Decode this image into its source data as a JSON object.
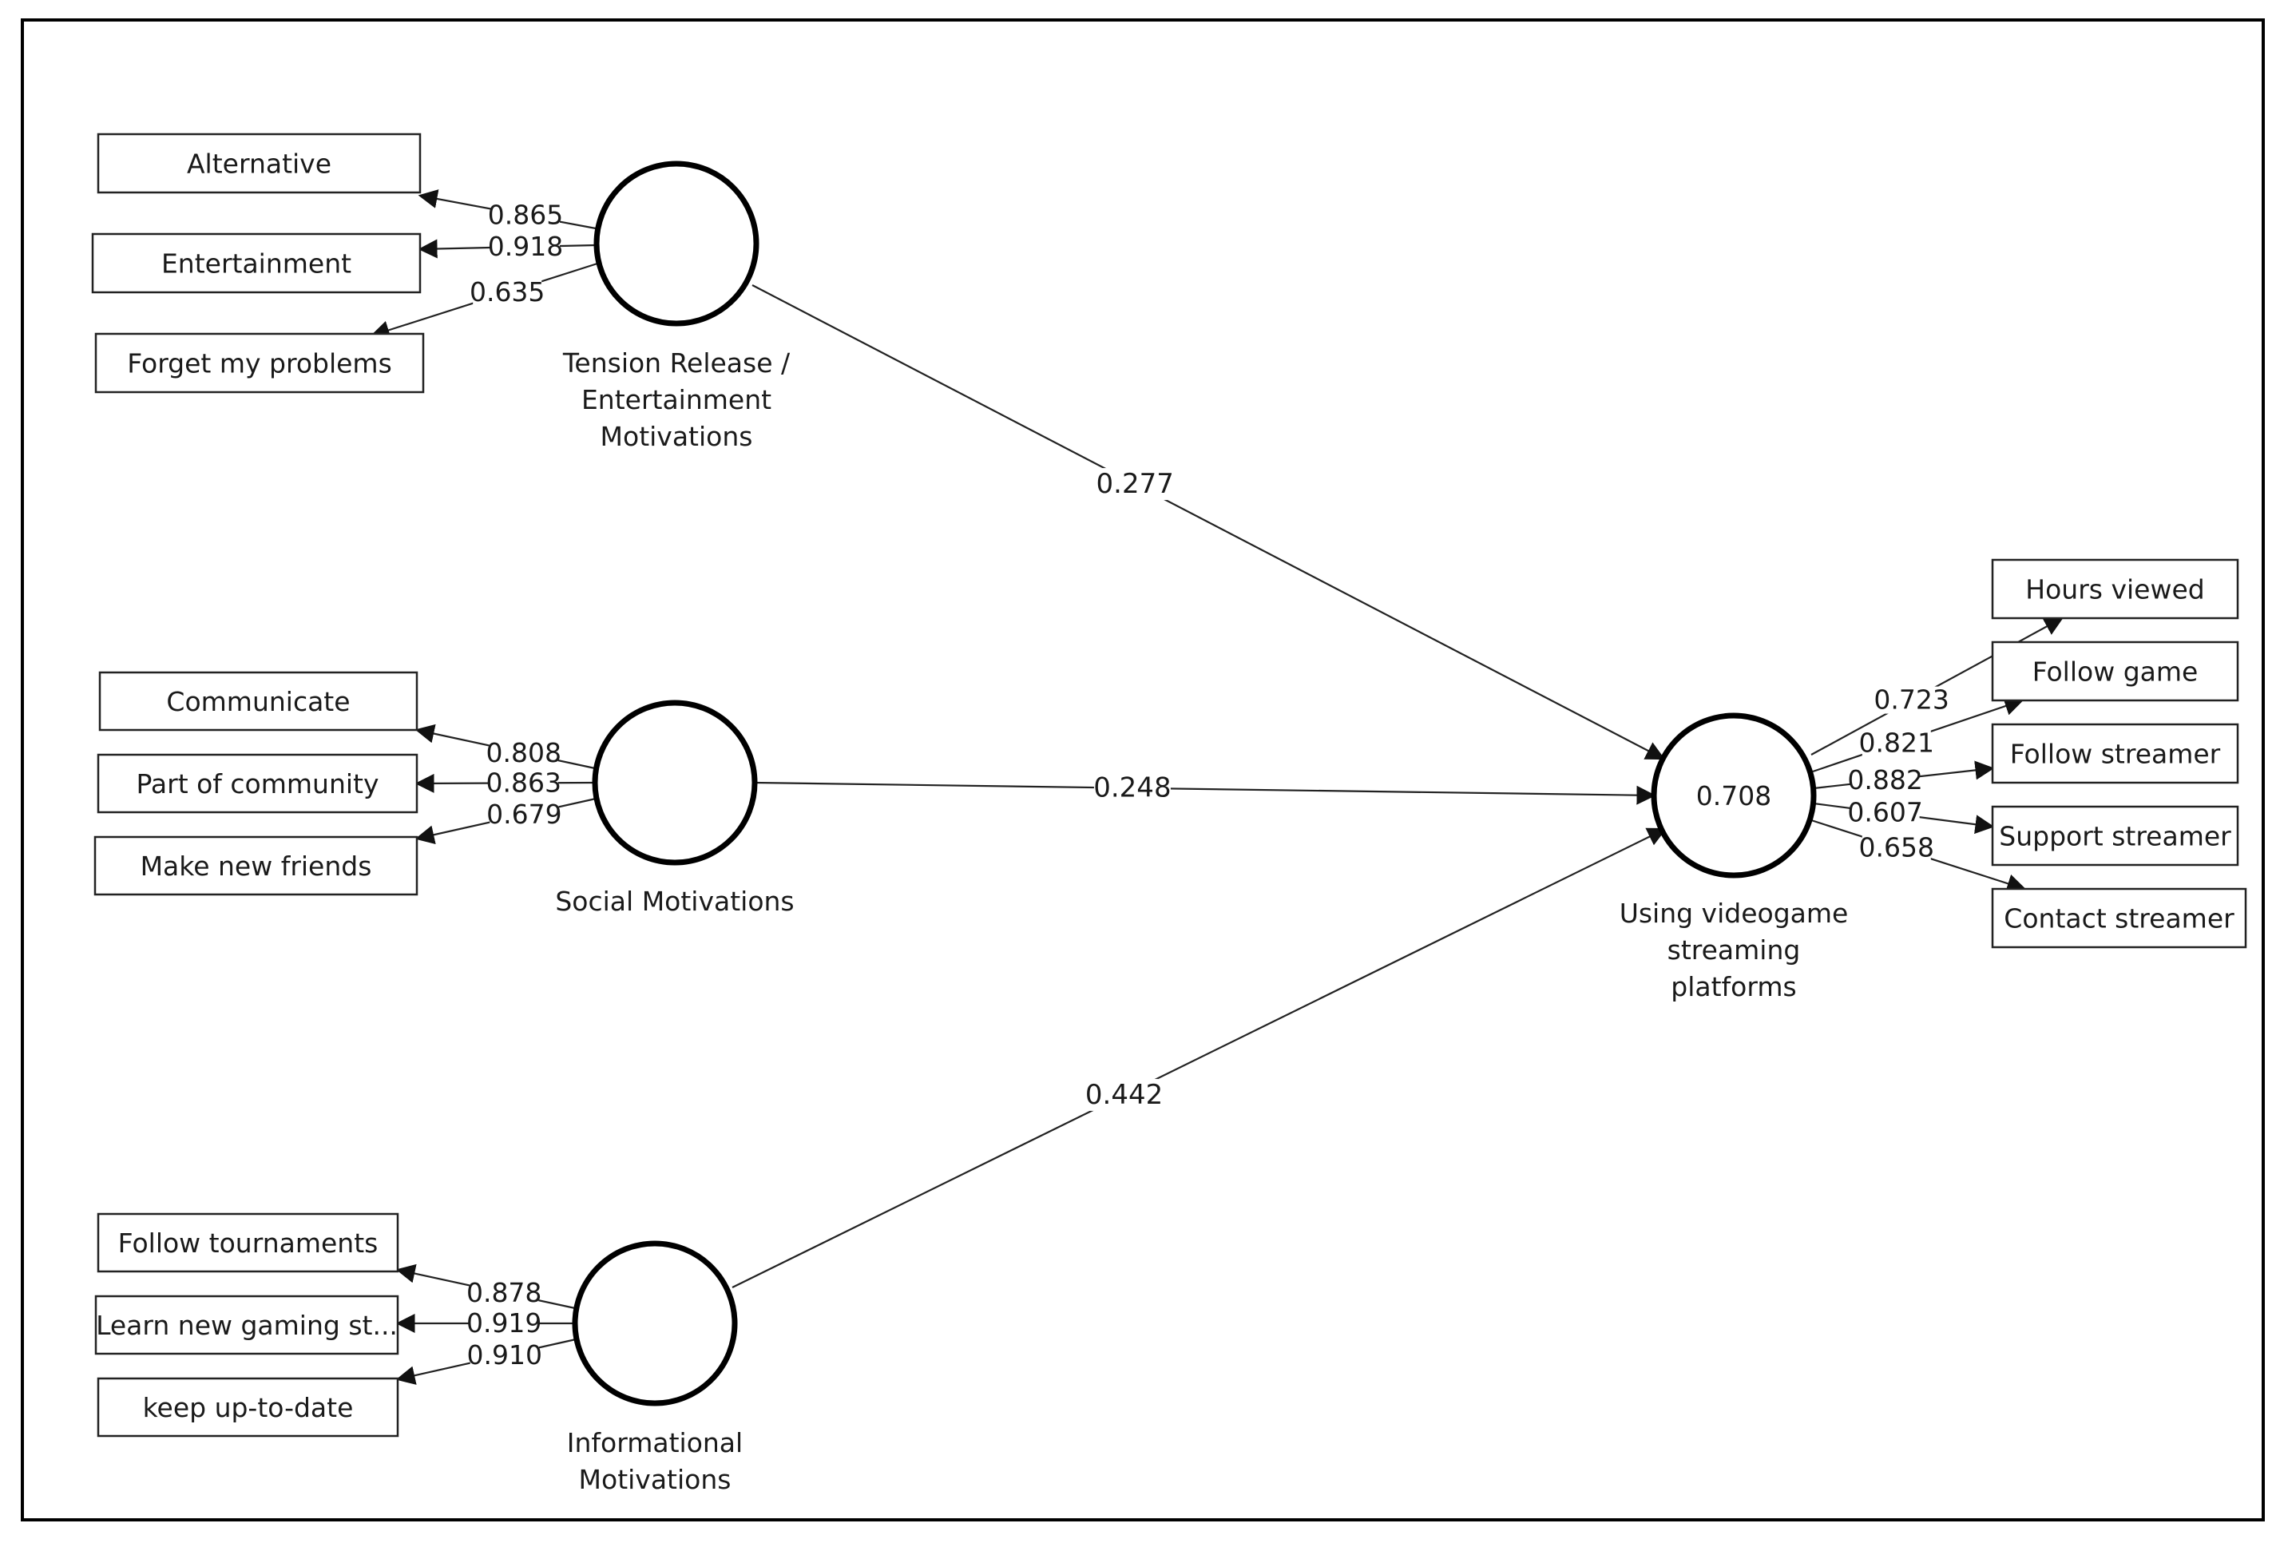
{
  "constructs": {
    "tension": {
      "label_lines": [
        "Tension Release /",
        "Entertainment",
        "Motivations"
      ],
      "indicators": [
        {
          "label": "Alternative",
          "loading": "0.865"
        },
        {
          "label": "Entertainment",
          "loading": "0.918"
        },
        {
          "label": "Forget my problems",
          "loading": "0.635"
        }
      ]
    },
    "social": {
      "label_lines": [
        "Social Motivations"
      ],
      "indicators": [
        {
          "label": "Communicate",
          "loading": "0.808"
        },
        {
          "label": "Part of community",
          "loading": "0.863"
        },
        {
          "label": "Make new friends",
          "loading": "0.679"
        }
      ]
    },
    "informational": {
      "label_lines": [
        "Informational",
        "Motivations"
      ],
      "indicators": [
        {
          "label": "Follow tournaments",
          "loading": "0.878"
        },
        {
          "label": "Learn new gaming st...",
          "loading": "0.919"
        },
        {
          "label": "keep up-to-date",
          "loading": "0.910"
        }
      ]
    },
    "usage": {
      "label_lines": [
        "Using videogame",
        "streaming",
        "platforms"
      ],
      "r_squared": "0.708",
      "indicators": [
        {
          "label": "Hours viewed",
          "loading": "0.723"
        },
        {
          "label": "Follow game",
          "loading": "0.821"
        },
        {
          "label": "Follow streamer",
          "loading": "0.882"
        },
        {
          "label": "Support streamer",
          "loading": "0.607"
        },
        {
          "label": "Contact streamer",
          "loading": "0.658"
        }
      ]
    }
  },
  "paths": [
    {
      "from": "tension",
      "to": "usage",
      "coefficient": "0.277"
    },
    {
      "from": "social",
      "to": "usage",
      "coefficient": "0.248"
    },
    {
      "from": "informational",
      "to": "usage",
      "coefficient": "0.442"
    }
  ]
}
